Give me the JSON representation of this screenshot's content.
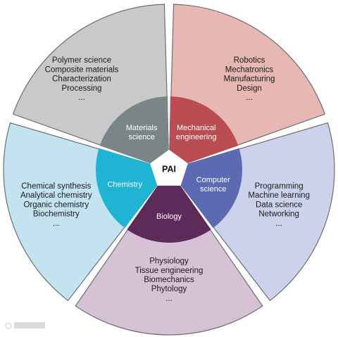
{
  "center": {
    "label": "PAI"
  },
  "sectors": [
    {
      "key": "materials",
      "inner_label": [
        "Materials",
        "science"
      ],
      "topics": [
        "Polymer science",
        "Composite materials",
        "Characterization",
        "Processing",
        "..."
      ],
      "outer_fill": "#c8c9c9",
      "inner_fill": "#7a8587"
    },
    {
      "key": "mechanical",
      "inner_label": [
        "Mechanical",
        "engineering"
      ],
      "topics": [
        "Robotics",
        "Mechatronics",
        "Manufacturing",
        "Design",
        "..."
      ],
      "outer_fill": "#e6b7b3",
      "inner_fill": "#b94d52"
    },
    {
      "key": "computer",
      "inner_label": [
        "Computer",
        "science"
      ],
      "topics": [
        "Programming",
        "Machine learning",
        "Data science",
        "Networking",
        "..."
      ],
      "outer_fill": "#cdd2ec",
      "inner_fill": "#5b6ab2"
    },
    {
      "key": "biology",
      "inner_label": [
        "Biology"
      ],
      "topics": [
        "Physiology",
        "Tissue engineering",
        "Biomechanics",
        "Phytology",
        "..."
      ],
      "outer_fill": "#d6c2d4",
      "inner_fill": "#5e2a5a"
    },
    {
      "key": "chemistry",
      "inner_label": [
        "Chemistry"
      ],
      "topics": [
        "Chemical synthesis",
        "Analytical chemistry",
        "Organic chemistry",
        "Biochemistry",
        "..."
      ],
      "outer_fill": "#c3e3f1",
      "inner_fill": "#1fb3d4"
    }
  ],
  "colors": {
    "outline": "#6d6e71",
    "center_fill": "#ffffff"
  }
}
